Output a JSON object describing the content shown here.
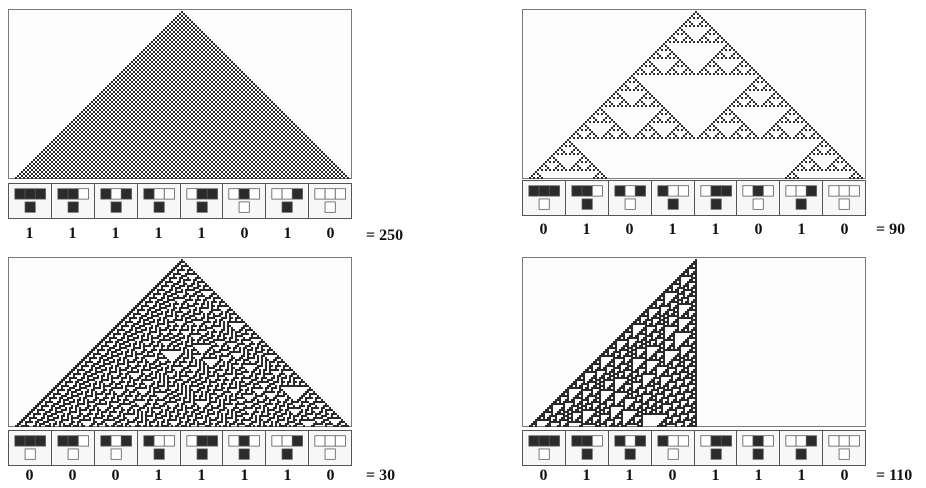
{
  "colors": {
    "on": "#2b2b2b",
    "off": "#ffffff",
    "frame": "#7a7a7a"
  },
  "panels": [
    {
      "id": "rule-250",
      "rule": 250,
      "bits": [
        "1",
        "1",
        "1",
        "1",
        "1",
        "0",
        "1",
        "0"
      ],
      "label": "= 250"
    },
    {
      "id": "rule-90",
      "rule": 90,
      "bits": [
        "0",
        "1",
        "0",
        "1",
        "1",
        "0",
        "1",
        "0"
      ],
      "label": "= 90"
    },
    {
      "id": "rule-30",
      "rule": 30,
      "bits": [
        "0",
        "0",
        "0",
        "1",
        "1",
        "1",
        "1",
        "0"
      ],
      "label": "= 30"
    },
    {
      "id": "rule-110",
      "rule": 110,
      "bits": [
        "0",
        "1",
        "1",
        "0",
        "1",
        "1",
        "1",
        "0"
      ],
      "label": "= 110"
    }
  ]
}
